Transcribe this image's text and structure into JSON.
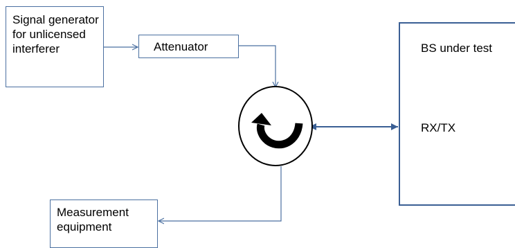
{
  "blocks": {
    "signal_generator": "Signal generator for unlicensed interferer",
    "attenuator": "Attenuator",
    "measurement_equipment": "Measurement equipment",
    "bs_under_test": "BS under test",
    "bs_port": "RX/TX"
  },
  "colors": {
    "connector": "#4a6fa0",
    "circulator_outline": "#000000",
    "circulator_arrow": "#000000"
  },
  "icons": {
    "circulator": "circulator-icon"
  }
}
